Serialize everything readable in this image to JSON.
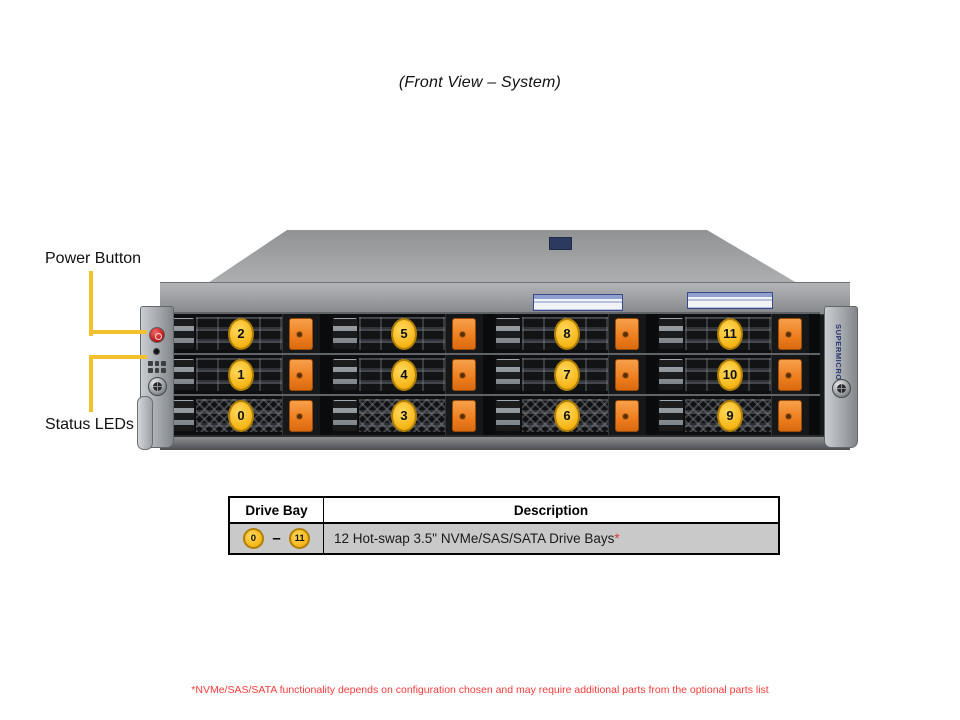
{
  "title": "(Front View – System)",
  "callouts": {
    "power_button": "Power Button",
    "status_leds": "Status LEDs"
  },
  "server": {
    "brand": "SUPERMICRO",
    "bays": {
      "grid": [
        [
          2,
          5,
          8,
          11
        ],
        [
          1,
          4,
          7,
          10
        ],
        [
          0,
          3,
          6,
          9
        ]
      ]
    }
  },
  "table": {
    "headers": [
      "Drive Bay",
      "Description"
    ],
    "row": {
      "range_start": "0",
      "range_end": "11",
      "dash": "–",
      "description": "12 Hot-swap 3.5\" NVMe/SAS/SATA Drive Bays",
      "footnote_marker": "*"
    }
  },
  "footnote": "*NVMe/SAS/SATA functionality depends on configuration chosen and may require additional parts from the optional parts list",
  "colors": {
    "callout_line": "#F2C12E",
    "bay_badge_yellow": "#F7B81C",
    "latch_orange": "#EE7D1D",
    "power_button_red": "#C21A1A",
    "footnote_red": "#FB3B3B",
    "table_row_bg": "#C9C9C9"
  }
}
